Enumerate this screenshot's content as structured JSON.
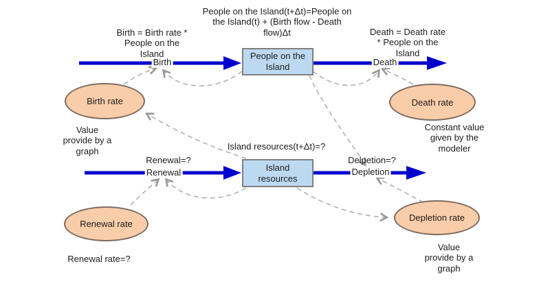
{
  "diagram": {
    "kind": "stock-and-flow",
    "colors": {
      "flow_blue": "#0000cd",
      "stock_fill": "#bdd9f2",
      "stock_border": "#7f7f7f",
      "rate_fill": "#f9cda9",
      "rate_border": "#7d6b60",
      "connector_gray": "#b0b0b0",
      "text": "#1c1c1c"
    },
    "stocks": {
      "people": {
        "label": "People on the\nIsland"
      },
      "resources": {
        "label": "Island\nresources"
      }
    },
    "rates": {
      "birth": {
        "label": "Birth rate"
      },
      "death": {
        "label": "Death rate"
      },
      "renewal": {
        "label": "Renewal rate"
      },
      "depletion": {
        "label": "Depletion rate"
      }
    },
    "flows": {
      "birth": "Birth",
      "death": "Death",
      "renewal": "Renewal",
      "depletion": "Depletion"
    },
    "annotations": {
      "people_equation": "People on the Island(t+Δt)=People on\nthe Island(t) + (Birth flow - Death\nflow)Δt",
      "birth_formula": "Birth = Birth rate *\nPeople on the\nIsland",
      "death_formula": "Death = Death rate\n* People on the\nIsland",
      "birth_rate_note": "Value\nprovide by a\ngraph",
      "death_rate_note": "Constant value\ngiven by the\nmodeler",
      "resources_equation": "Island resources(t+Δt)=?",
      "renewal_formula": "Renewal=?",
      "depletion_formula": "Delpetion=?",
      "renewal_rate_note": "Renewal rate=?",
      "depletion_rate_note": "Value\nprovide by a\ngraph"
    }
  }
}
